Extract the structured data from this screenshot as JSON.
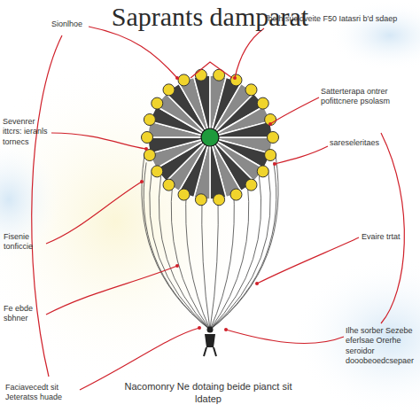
{
  "diagram": {
    "title": "Saprants damparat",
    "labels": [
      "Sionlhoe",
      "Sevenrer ittcrs: ieranls tornecs",
      "Fisenie tonficcie",
      "Fe ebde sbhner",
      "Faciavecedt sit Jeteratss huade",
      "Nacomonry Ne dotaing beide pianct sit ldatep",
      "fhcth sucldveite F50 Iatasri b'd sdaep",
      "Satterterapa ontrer pofittcnere psolasm",
      "sareseleritaes",
      "Evaire trtat",
      "Ilhe sorber Sezebe eferlsae Orerhe seroidor dooobeoedcsepaer"
    ]
  }
}
